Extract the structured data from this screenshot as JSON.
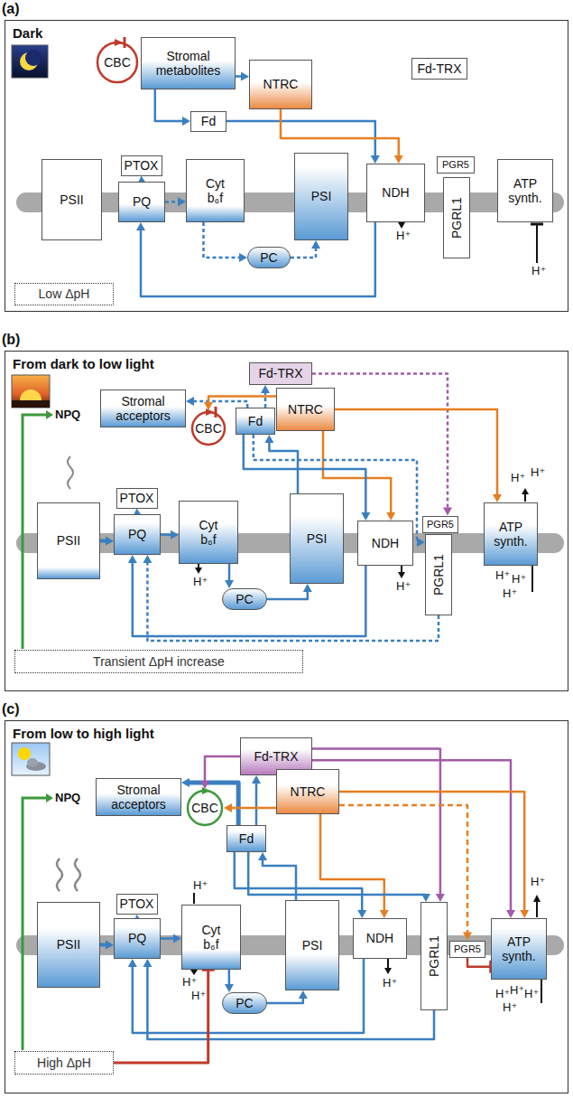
{
  "diagram": {
    "nodes": [
      {
        "text": [
          "(a)",
          "Dark"
        ]
      },
      {
        "text": [
          "CBC"
        ],
        "in": 0
      },
      {
        "text": [
          "Stromal metabolites"
        ],
        "in": 0
      },
      {
        "text": [
          "NTRC"
        ],
        "in": 0
      },
      {
        "text": [
          "Fd-TRX"
        ],
        "in": 0
      },
      {
        "text": [
          "Fd"
        ],
        "in": 0
      },
      {
        "text": [
          "PSII"
        ],
        "in": 0
      },
      {
        "text": [
          "PTOX"
        ],
        "in": 0
      },
      {
        "text": [
          "PQ"
        ],
        "in": 0
      },
      {
        "text": [
          "Cyt b₆f"
        ],
        "in": 0
      },
      {
        "text": [
          "PSI"
        ],
        "in": 0
      },
      {
        "text": [
          "NDH"
        ],
        "in": 0
      },
      {
        "text": [
          "PGR5"
        ],
        "in": 0
      },
      {
        "text": [
          "PGRL1"
        ],
        "in": 0
      },
      {
        "text": [
          "ATP synth."
        ],
        "in": 0
      },
      {
        "text": [
          "PC"
        ],
        "in": 0
      },
      {
        "text": [
          "Low ΔpH"
        ],
        "in": 0
      },
      {
        "text": [
          "(b)",
          "From dark to low light"
        ]
      },
      {
        "text": [
          "Fd-TRX"
        ],
        "in": 17
      },
      {
        "text": [
          "Stromal acceptors"
        ],
        "in": 17
      },
      {
        "text": [
          "CBC"
        ],
        "in": 17
      },
      {
        "text": [
          "Fd"
        ],
        "in": 17
      },
      {
        "text": [
          "NTRC"
        ],
        "in": 17
      },
      {
        "text": [
          "PSII"
        ],
        "in": 17
      },
      {
        "text": [
          "PTOX"
        ],
        "in": 17
      },
      {
        "text": [
          "PQ"
        ],
        "in": 17
      },
      {
        "text": [
          "Cyt b₆f"
        ],
        "in": 17
      },
      {
        "text": [
          "PSI"
        ],
        "in": 17
      },
      {
        "text": [
          "NDH"
        ],
        "in": 17
      },
      {
        "text": [
          "PGR5"
        ],
        "in": 17
      },
      {
        "text": [
          "PGRL1"
        ],
        "in": 17
      },
      {
        "text": [
          "ATP synth."
        ],
        "in": 17
      },
      {
        "text": [
          "PC"
        ],
        "in": 17
      },
      {
        "text": [
          "Transient ΔpH increase"
        ],
        "in": 17
      },
      {
        "text": [
          "(c)",
          "From low to high light"
        ]
      },
      {
        "text": [
          "Fd-TRX"
        ],
        "in": 34
      },
      {
        "text": [
          "Stromal acceptors"
        ],
        "in": 34
      },
      {
        "text": [
          "CBC"
        ],
        "in": 34
      },
      {
        "text": [
          "NTRC"
        ],
        "in": 34
      },
      {
        "text": [
          "Fd"
        ],
        "in": 34
      },
      {
        "text": [
          "PSII"
        ],
        "in": 34
      },
      {
        "text": [
          "PTOX"
        ],
        "in": 34
      },
      {
        "text": [
          "PQ"
        ],
        "in": 34
      },
      {
        "text": [
          "Cyt b₆f"
        ],
        "in": 34
      },
      {
        "text": [
          "PSI"
        ],
        "in": 34
      },
      {
        "text": [
          "NDH"
        ],
        "in": 34
      },
      {
        "text": [
          "PGRL1"
        ],
        "in": 34
      },
      {
        "text": [
          "PGR5"
        ],
        "in": 34
      },
      {
        "text": [
          "ATP synth."
        ],
        "in": 34
      },
      {
        "text": [
          "PC"
        ],
        "in": 34
      },
      {
        "text": [
          "High ΔpH"
        ],
        "in": 34
      }
    ],
    "edges": [
      {
        "from": 2,
        "to": 3,
        "arrow": "to"
      },
      {
        "from": 2,
        "to": 5,
        "arrow": "to"
      },
      {
        "from": 5,
        "to": 11,
        "arrow": "to"
      },
      {
        "from": 3,
        "to": 11,
        "arrow": "to"
      },
      {
        "from": 8,
        "to": 7,
        "arrow": "to"
      },
      {
        "from": 8,
        "to": 9,
        "arrow": "to"
      },
      {
        "from": 9,
        "to": 15,
        "arrow": "to"
      },
      {
        "from": 15,
        "to": 10,
        "arrow": "to"
      },
      {
        "from": 11,
        "to": 8,
        "arrow": "to"
      },
      {
        "from": 23,
        "to": 25,
        "arrow": "to"
      },
      {
        "from": 25,
        "to": 24,
        "arrow": "to"
      },
      {
        "from": 25,
        "to": 26,
        "arrow": "to"
      },
      {
        "from": 26,
        "to": 32,
        "arrow": "to"
      },
      {
        "from": 32,
        "to": 27,
        "arrow": "to"
      },
      {
        "from": 27,
        "to": 21,
        "arrow": "to"
      },
      {
        "from": 21,
        "to": 19,
        "arrow": "to"
      },
      {
        "from": 21,
        "to": 18,
        "arrow": "to"
      },
      {
        "from": 18,
        "to": 29,
        "arrow": "to"
      },
      {
        "from": 22,
        "to": 20,
        "arrow": "to"
      },
      {
        "from": 22,
        "to": 28,
        "arrow": "to"
      },
      {
        "from": 22,
        "to": 31,
        "arrow": "to"
      },
      {
        "from": 21,
        "to": 28,
        "arrow": "to"
      },
      {
        "from": 21,
        "to": 30,
        "arrow": "to"
      },
      {
        "from": 28,
        "to": 25,
        "arrow": "to"
      },
      {
        "from": 30,
        "to": 25,
        "arrow": "to"
      },
      {
        "from": 40,
        "to": 42,
        "arrow": "to"
      },
      {
        "from": 42,
        "to": 41,
        "arrow": "to"
      },
      {
        "from": 42,
        "to": 43,
        "arrow": "to"
      },
      {
        "from": 43,
        "to": 49,
        "arrow": "to"
      },
      {
        "from": 49,
        "to": 44,
        "arrow": "to"
      },
      {
        "from": 44,
        "to": 39,
        "arrow": "to"
      },
      {
        "from": 39,
        "to": 36,
        "arrow": "to"
      },
      {
        "from": 39,
        "to": 35,
        "arrow": "to"
      },
      {
        "from": 35,
        "to": 37,
        "arrow": "to"
      },
      {
        "from": 35,
        "to": 46,
        "arrow": "to"
      },
      {
        "from": 35,
        "to": 48,
        "arrow": "to"
      },
      {
        "from": 38,
        "to": 37,
        "arrow": "to"
      },
      {
        "from": 38,
        "to": 45,
        "arrow": "to"
      },
      {
        "from": 38,
        "to": 48,
        "arrow": "to"
      },
      {
        "from": 38,
        "to": 47,
        "arrow": "to"
      },
      {
        "from": 47,
        "to": 48,
        "arrow": "to"
      },
      {
        "from": 39,
        "to": 45,
        "arrow": "to"
      },
      {
        "from": 39,
        "to": 46,
        "arrow": "to"
      },
      {
        "from": 45,
        "to": 42,
        "arrow": "to"
      },
      {
        "from": 46,
        "to": 42,
        "arrow": "to"
      },
      {
        "from": 50,
        "to": 43,
        "arrow": "to"
      }
    ],
    "labels": [
      "H⁺",
      "H⁺",
      "NPQ",
      "H⁺",
      "H⁺",
      "H⁺",
      "H⁺",
      "H⁺",
      "H⁺",
      "H⁺",
      "NPQ",
      "H⁺",
      "H⁺",
      "H⁺",
      "H⁺",
      "H⁺",
      "H⁺",
      "H⁺",
      "H⁺",
      "H⁺"
    ]
  }
}
